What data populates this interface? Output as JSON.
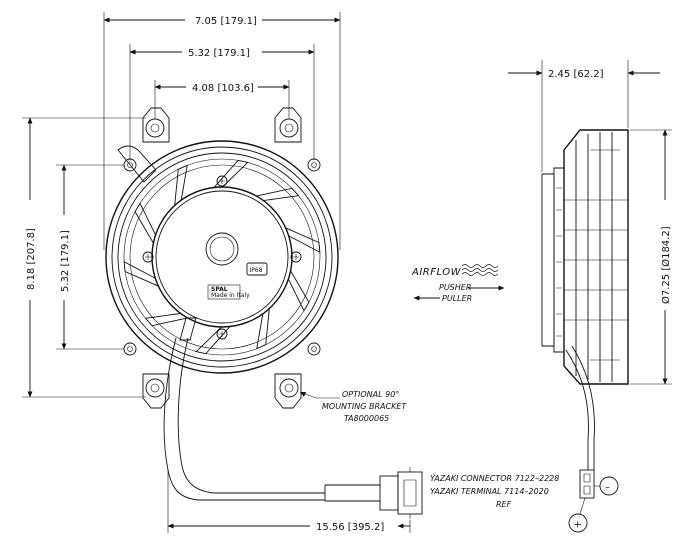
{
  "dimensions": {
    "overall_width": "7.05 [179.1]",
    "mount_spacing_outer": "5.32 [179.1]",
    "mount_spacing_inner": "4.08 [103.6]",
    "overall_height": "8.18 [207.8]",
    "mount_vertical": "5.32 [179.1]",
    "depth": "2.45 [62.2]",
    "diameter": "Ø7.25 [Ø184.2]",
    "lead_length": "15.56 [395.2]"
  },
  "labels": {
    "rating_badge": "IP68",
    "brand": "SPAL",
    "brand_sub": "Made in Italy",
    "airflow": "AIRFLOW",
    "pusher": "PUSHER",
    "puller": "PULLER",
    "bracket_line1": "OPTIONAL 90°",
    "bracket_line2": "MOUNTING BRACKET",
    "bracket_line3": "TA8000065",
    "connector_line1": "YAZAKI CONNECTOR 7122–2228",
    "connector_line2": "YAZAKI TERMINAL 7114–2020",
    "connector_line3": "REF",
    "minus": "–",
    "plus": "+"
  }
}
